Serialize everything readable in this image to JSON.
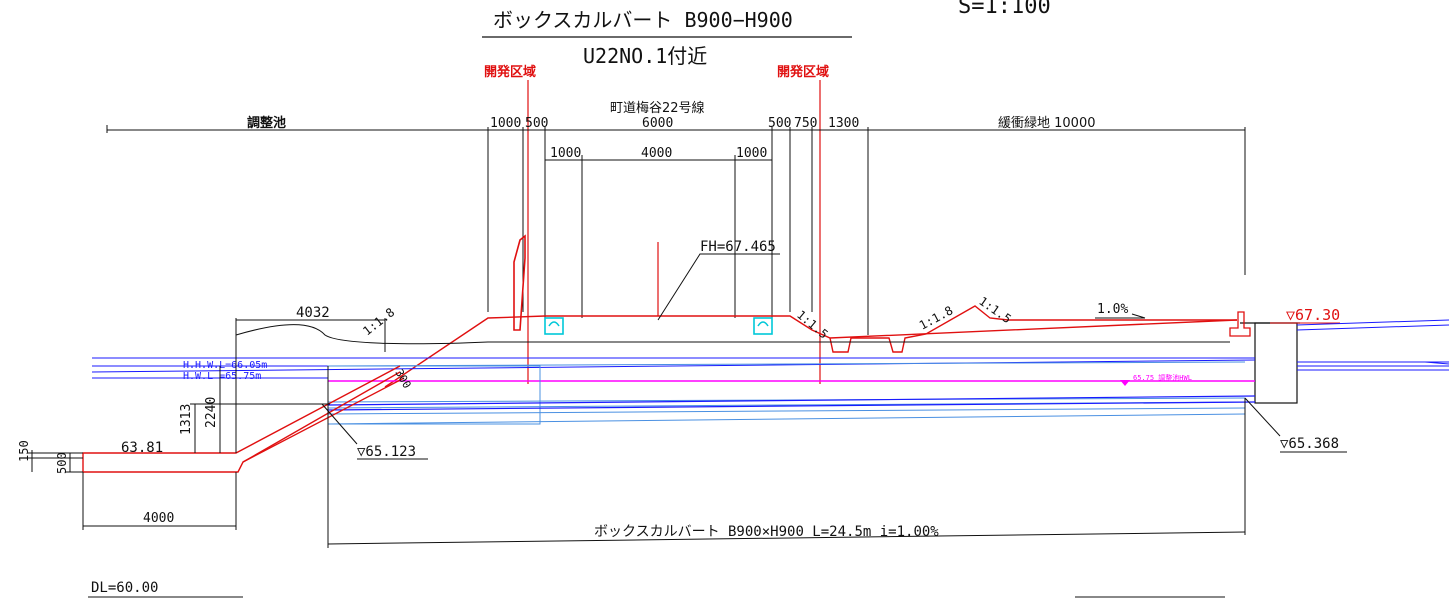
{
  "title": "ボックスカルバート B900−H900",
  "subtitle": "U22NO.1付近",
  "scale": "S=1:100",
  "dev_zone_left": "開発区域",
  "dev_zone_right": "開発区域",
  "road_name": "町道梅谷22号線",
  "pond_label": "調整池",
  "buffer_label": "緩衝緑地 10000",
  "dims": {
    "d1000": "1000",
    "d500a": "500",
    "d6000": "6000",
    "d500b": "500",
    "d750": "750",
    "d1300": "1300",
    "d1000b": "1000",
    "d4000top": "4000",
    "d1000c": "1000",
    "d4032": "4032",
    "d1313": "1313",
    "d2240": "2240",
    "d150": "150",
    "d500v": "500",
    "d4000bottom": "4000",
    "d300": "300"
  },
  "levels": {
    "fh": "FH=67.465",
    "lv6730": "▽67.30",
    "lv65123": "▽65.123",
    "lv65368": "▽65.368",
    "lv6381": "63.81",
    "hwl": "H.H.W.L=66.05m",
    "hwl2": "H.W.L =65.75m",
    "pond_hwl": "65.75 調整池HWL",
    "dl": "DL=60.00"
  },
  "slopes": {
    "s1": "1:1.8",
    "s2": "1:1.5",
    "s3": "1:1.8",
    "s4": "1:1.5",
    "grade": "1.0%"
  },
  "culvert_label": "ボックスカルバート B900×H900 L=24.5m i=1.00%",
  "colors": {
    "ink": "#111111",
    "red": "#e01010",
    "blue": "#1a1aff",
    "cyan": "#00c8d8",
    "magenta": "#ff00ff",
    "light_blue": "#4a90e2"
  }
}
